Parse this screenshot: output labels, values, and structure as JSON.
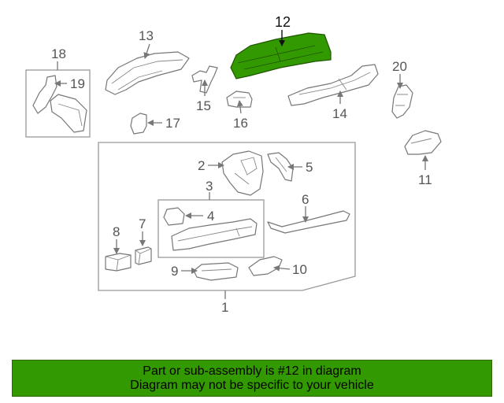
{
  "diagram": {
    "highlight_color": "#339900",
    "highlighted_callout": "12",
    "callouts": {
      "c1": "1",
      "c2": "2",
      "c3": "3",
      "c4": "4",
      "c5": "5",
      "c6": "6",
      "c7": "7",
      "c8": "8",
      "c9": "9",
      "c10": "10",
      "c11": "11",
      "c12": "12",
      "c13": "13",
      "c14": "14",
      "c15": "15",
      "c16": "16",
      "c17": "17",
      "c18": "18",
      "c19": "19",
      "c20": "20"
    }
  },
  "banner": {
    "background": "#339900",
    "line1": "Part or sub-assembly is #12 in diagram",
    "line2": "Diagram may not be specific to your vehicle"
  }
}
